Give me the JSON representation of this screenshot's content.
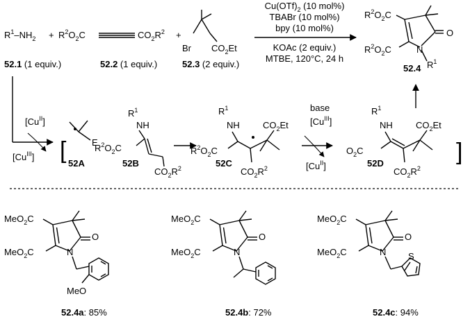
{
  "reaction": {
    "r1": "R",
    "r1_sup": "1",
    "r1_tail": "–NH",
    "nh2_sub": "2",
    "plus": "+",
    "r2": "R",
    "r2_sup": "2",
    "o2c": "O",
    "o2c_sub": "2",
    "c": "C",
    "co2": "CO",
    "co2_sub": "2",
    "br": "Br",
    "co2et": "CO",
    "co2et_sub": "2",
    "et": "Et",
    "eq1": " (1 equiv.)",
    "eq2": " (1 equiv.)",
    "eq3": " (2 equiv.)",
    "id1": "52.1",
    "id2": "52.2",
    "id3": "52.3",
    "cond1a": "Cu(OTf)",
    "cond1_sub": "2",
    "cond1b": " (10 mol%)",
    "cond2": "TBABr (10 mol%)",
    "cond3": "bpy (10 mol%)",
    "cond4": "KOAc (2 equiv.)",
    "cond5": "MTBE, 120°C, 24 h",
    "product_id": "52.4",
    "o": "O",
    "n": "N"
  },
  "mechanism": {
    "cu2": "[Cu",
    "cu2_sup": "II",
    "cu3": "[Cu",
    "cu3_sup": "III",
    "close": "]",
    "base": "base",
    "e": "E",
    "nh": "NH",
    "id_a": "52A",
    "id_b": "52B",
    "id_c": "52C",
    "id_d": "52D",
    "lbrack": "[",
    "rbrack": "]"
  },
  "examples": [
    {
      "id": "52.4a",
      "yield": ": 85%",
      "meo": "MeO"
    },
    {
      "id": "52.4b",
      "yield": ": 72%"
    },
    {
      "id": "52.4c",
      "yield": ": 94%",
      "s": "S"
    }
  ],
  "me": "Me"
}
